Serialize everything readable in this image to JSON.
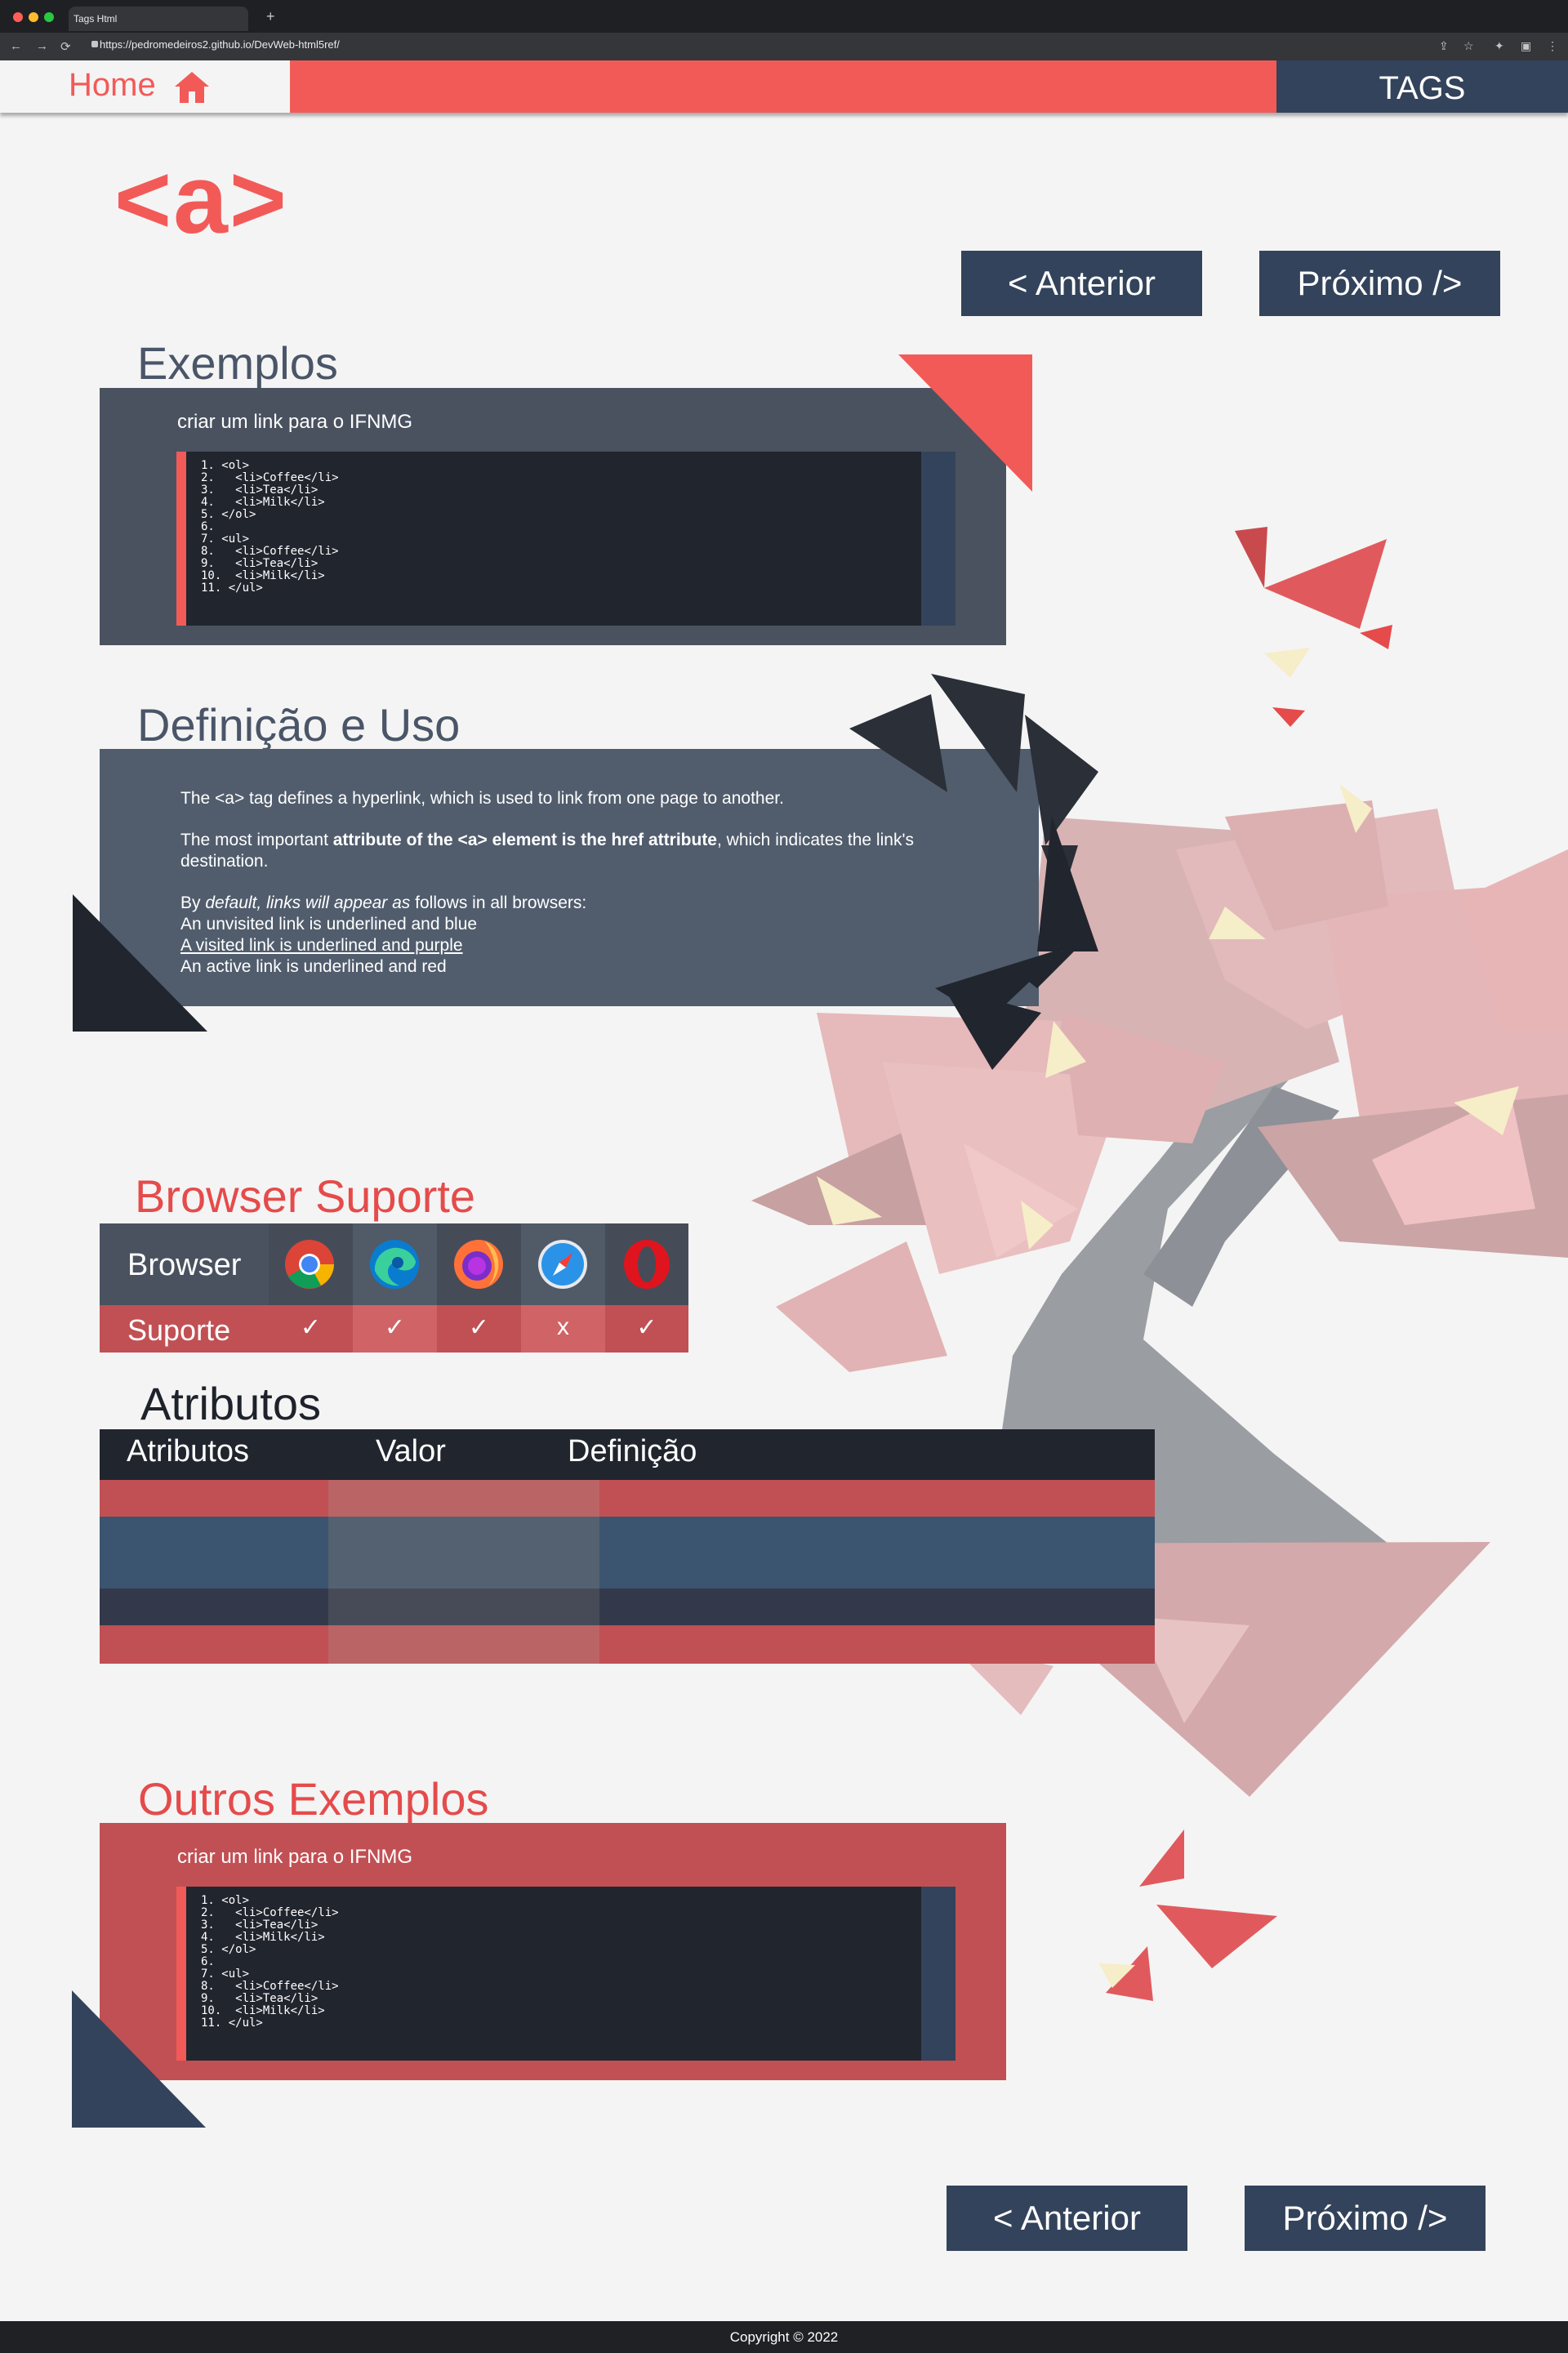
{
  "browser": {
    "tab_title": "Tags Html",
    "new_tab": "+",
    "url": "https://pedromedeiros2.github.io/DevWeb-html5ref/"
  },
  "header": {
    "home_label": "Home",
    "tags_label": "TAGS",
    "accent_color": "#f25a58",
    "nav_color": "#33435b"
  },
  "page": {
    "tag_title": "<a>",
    "prev_label": "< Anterior",
    "next_label": "Próximo />"
  },
  "examples": {
    "title": "Exemplos",
    "caption": "criar um link para o IFNMG",
    "code_lines": [
      "1. <ol>",
      "2.   <li>Coffee</li>",
      "3.   <li>Tea</li>",
      "4.   <li>Milk</li>",
      "5. </ol>",
      "6.",
      "7. <ul>",
      "8.   <li>Coffee</li>",
      "9.   <li>Tea</li>",
      "10.  <li>Milk</li>",
      "11. </ul>"
    ]
  },
  "definition": {
    "title": "Definição e Uso",
    "p1": "The <a> tag defines a hyperlink, which is used to link from one page to another.",
    "p2_a": "The most important ",
    "p2_bold": "attribute of the <a> element is the href attribute",
    "p2_b": ", which indicates the link's destination.",
    "p3_a": "By ",
    "p3_italic": "default, links will appear as",
    "p3_b": " follows in all browsers:",
    "l1": "An unvisited link is underlined and blue",
    "l2": "A visited link is underlined and purple",
    "l3": "An active link is underlined and red"
  },
  "support": {
    "title": "Browser Suporte",
    "row1_label": "Browser",
    "row2_label": "Suporte",
    "browsers": [
      "chrome-icon",
      "edge-icon",
      "firefox-icon",
      "safari-icon",
      "opera-icon"
    ],
    "values": [
      "✓",
      "✓",
      "✓",
      "x",
      "✓"
    ]
  },
  "attributes": {
    "title": "Atributos",
    "headers": [
      "Atributos",
      "Valor",
      "Definição"
    ]
  },
  "others": {
    "title": "Outros Exemplos",
    "caption": "criar um link para o IFNMG",
    "code_lines": [
      "1. <ol>",
      "2.   <li>Coffee</li>",
      "3.   <li>Tea</li>",
      "4.   <li>Milk</li>",
      "5. </ol>",
      "6.",
      "7. <ul>",
      "8.   <li>Coffee</li>",
      "9.   <li>Tea</li>",
      "10.  <li>Milk</li>",
      "11. </ul>"
    ]
  },
  "footer": {
    "text": "Copyright © 2022"
  }
}
